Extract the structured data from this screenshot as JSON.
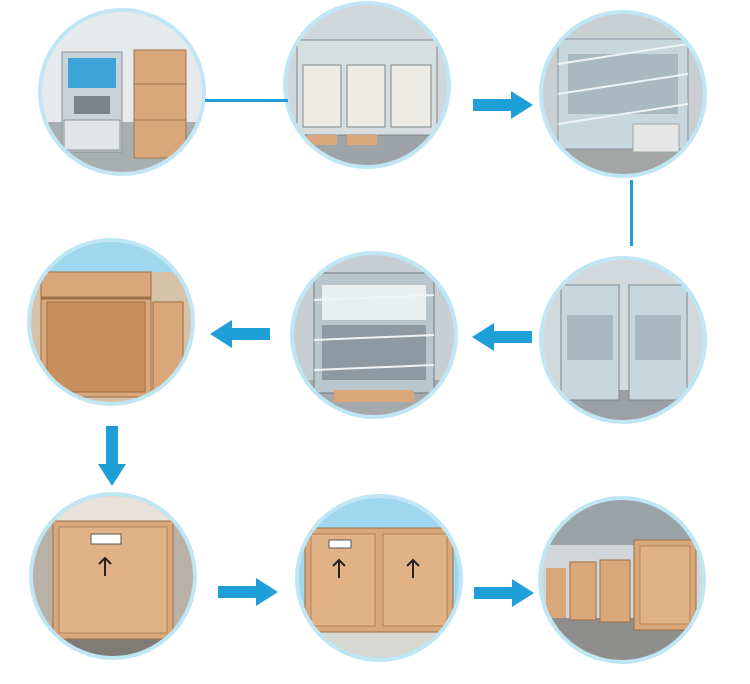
{
  "scene": {
    "description_free": true,
    "accent_color": "#1e9fd8",
    "crate_color": "#d9a77a",
    "wrap_color": "#c8d6de",
    "sky_color": "#9fd7ef"
  },
  "steps": [
    {
      "icon": "machine-and-crate-photo"
    },
    {
      "icon": "machines-on-pallets-photo"
    },
    {
      "icon": "wrapped-machine-photo"
    },
    {
      "icon": "wrapped-machines-pair-photo"
    },
    {
      "icon": "wrapped-machine-front-photo"
    },
    {
      "icon": "crate-interior-photo"
    },
    {
      "icon": "closed-crate-photo"
    },
    {
      "icon": "crate-front-photo"
    },
    {
      "icon": "crates-in-yard-photo"
    }
  ]
}
